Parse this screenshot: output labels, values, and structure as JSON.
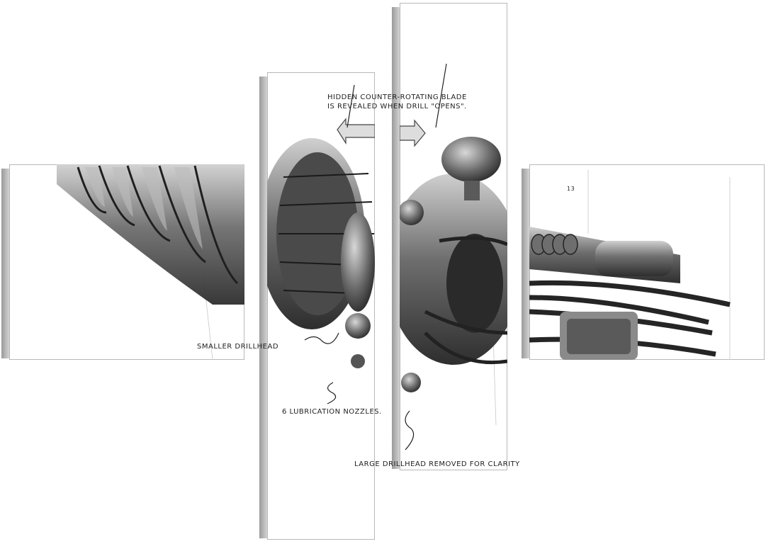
{
  "annotations": {
    "hidden_blade_line1": "Hidden Counter-rotating blade",
    "hidden_blade_line2": "is revealed when drill \"opens\".",
    "smaller_drillhead": "Smaller drillhead",
    "lubrication": "6 lubrication nozzles.",
    "large_drillhead": "Large drillhead removed for clarity",
    "callout_number": "13"
  },
  "colors": {
    "background": "#ffffff",
    "metal_dark": "#3a3a3a",
    "metal_mid": "#7a7a7a",
    "metal_light": "#c4c4c4",
    "frame_edge": "#9a9a9a"
  }
}
